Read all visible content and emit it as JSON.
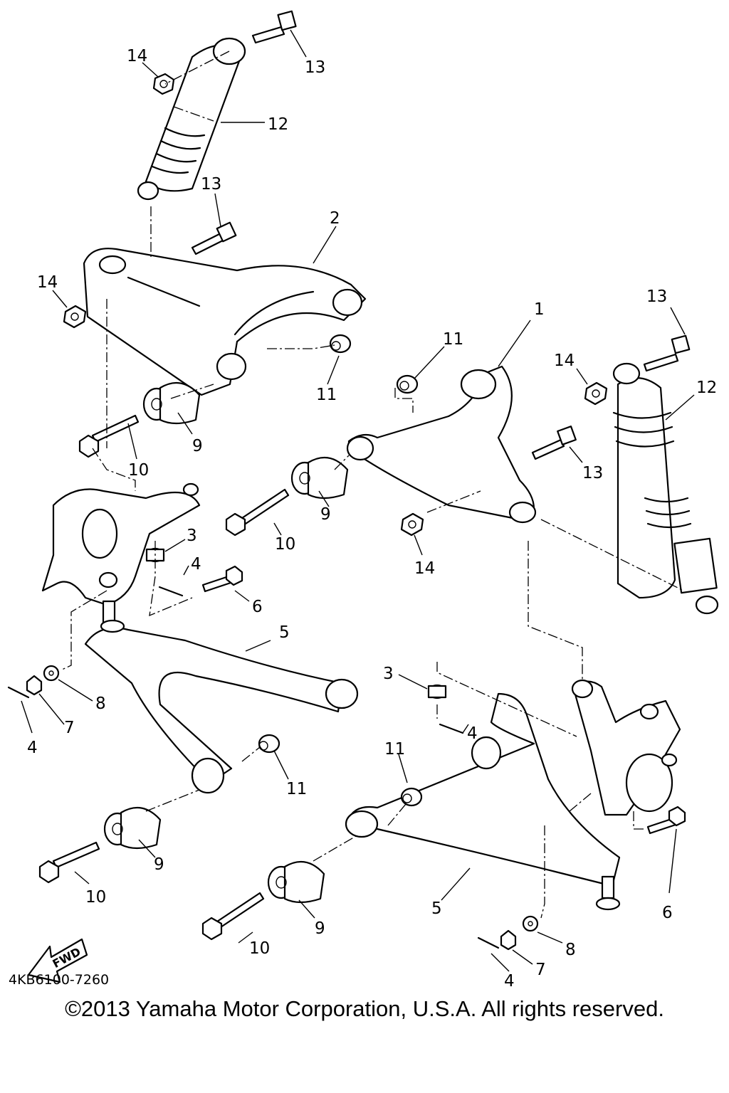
{
  "diagram": {
    "part_code": "4KB6100-7260",
    "fwd_label": "FWD",
    "copyright": "©2013 Yamaha Motor Corporation, U.S.A. All rights reserved.",
    "callouts": {
      "c_14a": "14",
      "c_13a": "13",
      "c_12a": "12",
      "c_13b": "13",
      "c_2": "2",
      "c_14b": "14",
      "c_11a": "11",
      "c_9a": "9",
      "c_10a": "10",
      "c_13c": "13",
      "c_1": "1",
      "c_14c": "14",
      "c_12b": "12",
      "c_11b": "11",
      "c_13d": "13",
      "c_9b": "9",
      "c_10b": "10",
      "c_14d": "14",
      "c_3a": "3",
      "c_4a": "4",
      "c_6a": "6",
      "c_5a": "5",
      "c_8a": "8",
      "c_7a": "7",
      "c_4b": "4",
      "c_11c": "11",
      "c_9c": "9",
      "c_10c": "10",
      "c_3b": "3",
      "c_4c": "4",
      "c_11d": "11",
      "c_6b": "6",
      "c_5b": "5",
      "c_9d": "9",
      "c_10d": "10",
      "c_8b": "8",
      "c_7b": "7",
      "c_4d": "4"
    }
  }
}
